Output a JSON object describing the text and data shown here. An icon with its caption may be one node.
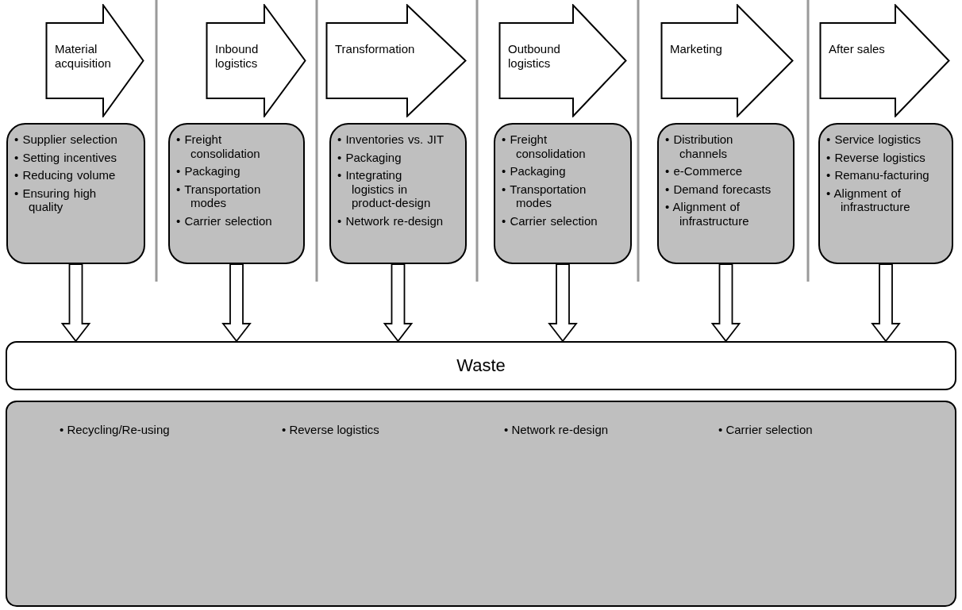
{
  "diagram": {
    "nodes": [
      {
        "text": [
          "Material acquisition"
        ]
      },
      {
        "text": [
          "Inbound logistics"
        ]
      },
      {
        "text": [
          "Transformation"
        ]
      },
      {
        "text": [
          "Outbound logistics"
        ]
      },
      {
        "text": [
          "Marketing"
        ]
      },
      {
        "text": [
          "After sales"
        ]
      },
      {
        "text": [
          "• Supplier selection",
          "• Setting incentives",
          "• Reducing volume",
          "• Ensuring high quality"
        ]
      },
      {
        "text": [
          "• Freight consolidation",
          "• Packaging",
          "• Transportation modes",
          "• Carrier selection"
        ]
      },
      {
        "text": [
          "• Inventories vs. JIT",
          "• Packaging",
          "• Integrating logistics in product-design",
          "• Network re-design"
        ]
      },
      {
        "text": [
          "• Freight consolidation",
          "• Packaging",
          "• Transportation modes",
          "• Carrier selection"
        ]
      },
      {
        "text": [
          "• Distribution channels",
          "• e-Commerce",
          "• Demand forecasts",
          "• Alignment of infrastructure"
        ]
      },
      {
        "text": [
          "• Service logistics",
          "• Reverse logistics",
          "• Remanu-facturing",
          "• Alignment of infrastructure"
        ]
      },
      {
        "text": [
          "Waste"
        ]
      },
      {
        "text": [
          "• Recycling/Re-using",
          "• Reverse logistics",
          "• Network re-design",
          "• Carrier selection"
        ]
      }
    ],
    "edges": [
      {
        "from": 6,
        "to": 12,
        "arrow": "to"
      },
      {
        "from": 7,
        "to": 12,
        "arrow": "to"
      },
      {
        "from": 8,
        "to": 12,
        "arrow": "to"
      },
      {
        "from": 9,
        "to": 12,
        "arrow": "to"
      },
      {
        "from": 10,
        "to": 12,
        "arrow": "to"
      },
      {
        "from": 11,
        "to": 12,
        "arrow": "to"
      }
    ]
  }
}
